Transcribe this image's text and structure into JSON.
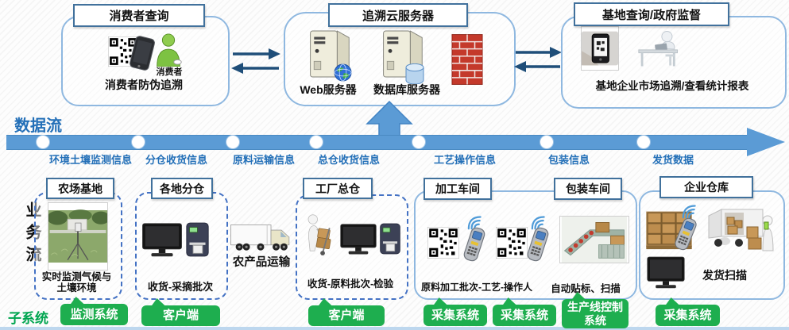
{
  "top": {
    "consumer": {
      "title": "消费者查询",
      "icon_label": "消费者",
      "caption": "消费者防伪追溯"
    },
    "cloud": {
      "title": "追溯云服务器",
      "web_label": "Web服务器",
      "db_label": "数据库服务器"
    },
    "base": {
      "title": "基地查询/政府监督",
      "caption": "基地企业市场追溯/查看统计报表"
    }
  },
  "dataflow": {
    "label": "数据流",
    "items": [
      "环境土壤监测信息",
      "分仓收货信息",
      "原料运输信息",
      "总仓收货信息",
      "工艺操作信息",
      "包装信息",
      "发货数据"
    ]
  },
  "business": {
    "label": "业务流",
    "transport_caption": "农产品运输",
    "stations": [
      {
        "title": "农场基地",
        "caption_line1": "实时监测气候与",
        "caption_line2": "土壤环境"
      },
      {
        "title": "各地分仓",
        "caption": "收货-采摘批次"
      },
      {
        "title": "工厂总仓",
        "caption": "收货-原料批次-检验"
      },
      {
        "title": "加工车间",
        "caption": "原料加工批次-工艺-操作人"
      },
      {
        "title": "包装车间",
        "caption": "自动贴标、扫描"
      },
      {
        "title": "企业仓库",
        "caption": "发货扫描"
      }
    ]
  },
  "subsystems": {
    "label": "子系统",
    "badges": [
      "监测系统",
      "客户端",
      "客户端",
      "采集系统",
      "采集系统",
      "生产线控制系统",
      "采集系统"
    ]
  },
  "colors": {
    "flow_bar": "#5B9BD5",
    "dark_arrow": "#1F4E79",
    "flow_text": "#2470B8",
    "badge_green": "#1EAE4F",
    "subsystem_green": "#00A550",
    "container_border": "#8FB8E0",
    "dashed_border": "#4472C4",
    "title_border": "#41719C",
    "firewall_red": "#C4392B"
  }
}
